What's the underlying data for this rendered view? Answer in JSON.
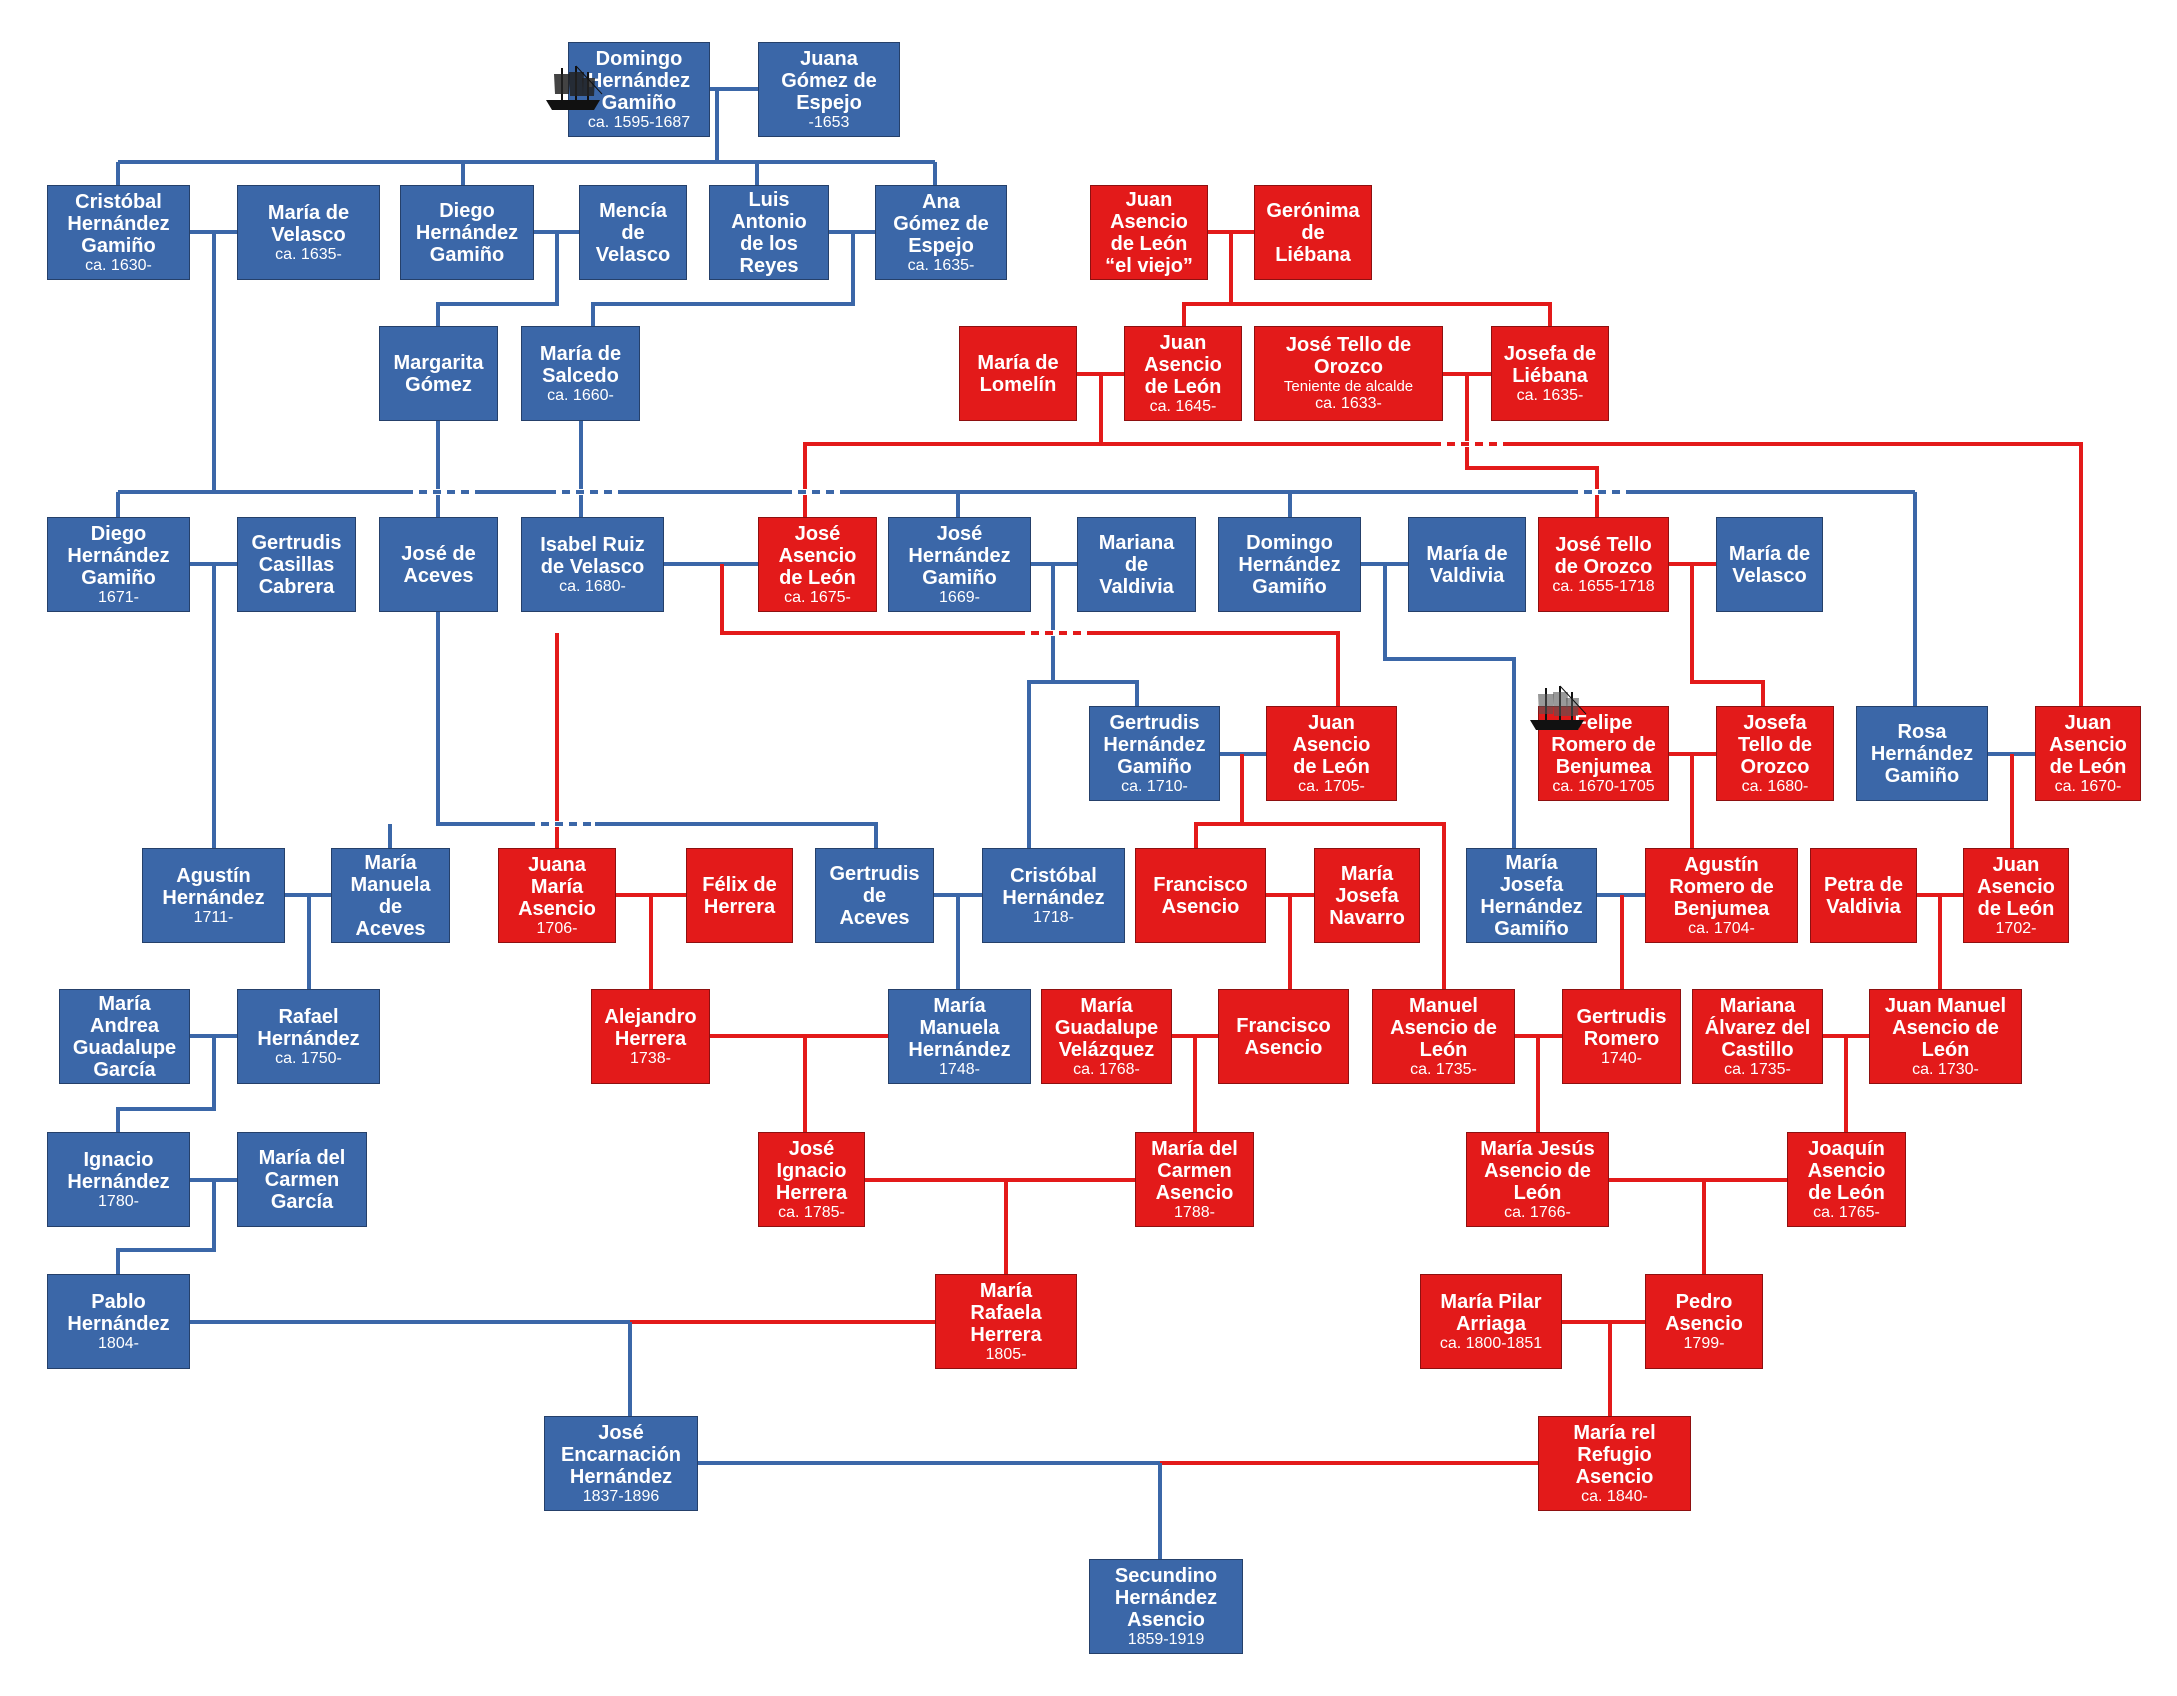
{
  "colors": {
    "paternal": "#3b67a8",
    "maternal": "#e31a1a",
    "blue_line": "#3b67a8",
    "red_line": "#e31a1a"
  },
  "icons": [
    "ship-icon"
  ],
  "people": [
    {
      "id": "p01",
      "lines": [
        "Domingo",
        "Hernández",
        "Gamiño"
      ],
      "dates": "ca. 1595-1687",
      "side": "blue"
    },
    {
      "id": "p02",
      "lines": [
        "Juana",
        "Gómez de",
        "Espejo"
      ],
      "dates": "-1653",
      "side": "blue"
    },
    {
      "id": "p03",
      "lines": [
        "Cristóbal",
        "Hernández",
        "Gamiño"
      ],
      "dates": "ca. 1630-",
      "side": "blue"
    },
    {
      "id": "p04",
      "lines": [
        "María de",
        "Velasco"
      ],
      "dates": "ca. 1635-",
      "side": "blue"
    },
    {
      "id": "p05",
      "lines": [
        "Diego",
        "Hernández",
        "Gamiño"
      ],
      "dates": "",
      "side": "blue"
    },
    {
      "id": "p06",
      "lines": [
        "Mencía",
        "de",
        "Velasco"
      ],
      "dates": "",
      "side": "blue"
    },
    {
      "id": "p07",
      "lines": [
        "Luis",
        "Antonio",
        "de los",
        "Reyes"
      ],
      "dates": "",
      "side": "blue"
    },
    {
      "id": "p08",
      "lines": [
        "Ana",
        "Gómez de",
        "Espejo"
      ],
      "dates": "ca. 1635-",
      "side": "blue"
    },
    {
      "id": "p09",
      "lines": [
        "Juan",
        "Asencio",
        "de León",
        "“el viejo”"
      ],
      "dates": "",
      "side": "red"
    },
    {
      "id": "p10",
      "lines": [
        "Gerónima",
        "de",
        "Liébana"
      ],
      "dates": "",
      "side": "red"
    },
    {
      "id": "p11",
      "lines": [
        "Margarita",
        "Gómez"
      ],
      "dates": "",
      "side": "blue"
    },
    {
      "id": "p12",
      "lines": [
        "María de",
        "Salcedo"
      ],
      "dates": "ca. 1660-",
      "side": "blue"
    },
    {
      "id": "p13",
      "lines": [
        "María de",
        "Lomelín"
      ],
      "dates": "",
      "side": "red"
    },
    {
      "id": "p14",
      "lines": [
        "Juan",
        "Asencio",
        "de León"
      ],
      "dates": "ca. 1645-",
      "side": "red"
    },
    {
      "id": "p15",
      "lines": [
        "José Tello de",
        "Orozco"
      ],
      "note": "Teniente de alcalde",
      "dates": "ca. 1633-",
      "side": "red"
    },
    {
      "id": "p16",
      "lines": [
        "Josefa de",
        "Liébana"
      ],
      "dates": "ca. 1635-",
      "side": "red"
    },
    {
      "id": "p17",
      "lines": [
        "Diego",
        "Hernández",
        "Gamiño"
      ],
      "dates": "1671-",
      "side": "blue"
    },
    {
      "id": "p18",
      "lines": [
        "Gertrudis",
        "Casillas",
        "Cabrera"
      ],
      "dates": "",
      "side": "blue"
    },
    {
      "id": "p19",
      "lines": [
        "José de",
        "Aceves"
      ],
      "dates": "",
      "side": "blue"
    },
    {
      "id": "p20",
      "lines": [
        "Isabel Ruiz",
        "de Velasco"
      ],
      "dates": "ca. 1680-",
      "side": "blue"
    },
    {
      "id": "p21",
      "lines": [
        "José",
        "Asencio",
        "de León"
      ],
      "dates": "ca. 1675-",
      "side": "red"
    },
    {
      "id": "p22",
      "lines": [
        "José",
        "Hernández",
        "Gamiño"
      ],
      "dates": "1669-",
      "side": "blue"
    },
    {
      "id": "p23",
      "lines": [
        "Mariana",
        "de",
        "Valdivia"
      ],
      "dates": "",
      "side": "blue"
    },
    {
      "id": "p24",
      "lines": [
        "Domingo",
        "Hernández",
        "Gamiño"
      ],
      "dates": "",
      "side": "blue"
    },
    {
      "id": "p25",
      "lines": [
        "María de",
        "Valdivia"
      ],
      "dates": "",
      "side": "blue"
    },
    {
      "id": "p26",
      "lines": [
        "José Tello",
        "de Orozco"
      ],
      "dates": "ca. 1655-1718",
      "side": "red"
    },
    {
      "id": "p27",
      "lines": [
        "María de",
        "Velasco"
      ],
      "dates": "",
      "side": "blue"
    },
    {
      "id": "p28",
      "lines": [
        "Gertrudis",
        "Hernández",
        "Gamiño"
      ],
      "dates": "ca. 1710-",
      "side": "blue"
    },
    {
      "id": "p29",
      "lines": [
        "Juan",
        "Asencio",
        "de León"
      ],
      "dates": "ca. 1705-",
      "side": "red"
    },
    {
      "id": "p30",
      "lines": [
        "Felipe",
        "Romero de",
        "Benjumea"
      ],
      "dates": "ca. 1670-1705",
      "side": "red"
    },
    {
      "id": "p31",
      "lines": [
        "Josefa",
        "Tello de",
        "Orozco"
      ],
      "dates": "ca. 1680-",
      "side": "red"
    },
    {
      "id": "p32",
      "lines": [
        "Rosa",
        "Hernández",
        "Gamiño"
      ],
      "dates": "",
      "side": "blue"
    },
    {
      "id": "p33",
      "lines": [
        "Juan",
        "Asencio",
        "de León"
      ],
      "dates": "ca. 1670-",
      "side": "red"
    },
    {
      "id": "p34",
      "lines": [
        "Agustín",
        "Hernández"
      ],
      "dates": "1711-",
      "side": "blue"
    },
    {
      "id": "p35",
      "lines": [
        "María",
        "Manuela",
        "de",
        "Aceves"
      ],
      "dates": "",
      "side": "blue"
    },
    {
      "id": "p36",
      "lines": [
        "Juana",
        "María",
        "Asencio"
      ],
      "dates": "1706-",
      "side": "red"
    },
    {
      "id": "p37",
      "lines": [
        "Félix de",
        "Herrera"
      ],
      "dates": "",
      "side": "red"
    },
    {
      "id": "p38",
      "lines": [
        "Gertrudis",
        "de",
        "Aceves"
      ],
      "dates": "",
      "side": "blue"
    },
    {
      "id": "p39",
      "lines": [
        "Cristóbal",
        "Hernández"
      ],
      "dates": "1718-",
      "side": "blue"
    },
    {
      "id": "p40",
      "lines": [
        "Francisco",
        "Asencio"
      ],
      "dates": "",
      "side": "red"
    },
    {
      "id": "p41",
      "lines": [
        "María",
        "Josefa",
        "Navarro"
      ],
      "dates": "",
      "side": "red"
    },
    {
      "id": "p42",
      "lines": [
        "María",
        "Josefa",
        "Hernández",
        "Gamiño"
      ],
      "dates": "",
      "side": "blue"
    },
    {
      "id": "p43",
      "lines": [
        "Agustín",
        "Romero de",
        "Benjumea"
      ],
      "dates": "ca. 1704-",
      "side": "red"
    },
    {
      "id": "p44",
      "lines": [
        "Petra de",
        "Valdivia"
      ],
      "dates": "",
      "side": "red"
    },
    {
      "id": "p45",
      "lines": [
        "Juan",
        "Asencio",
        "de León"
      ],
      "dates": "1702-",
      "side": "red"
    },
    {
      "id": "p46",
      "lines": [
        "María",
        "Andrea",
        "Guadalupe",
        "García"
      ],
      "dates": "",
      "side": "blue"
    },
    {
      "id": "p47",
      "lines": [
        "Rafael",
        "Hernández"
      ],
      "dates": "ca. 1750-",
      "side": "blue"
    },
    {
      "id": "p48",
      "lines": [
        "Alejandro",
        "Herrera"
      ],
      "dates": "1738-",
      "side": "red"
    },
    {
      "id": "p49",
      "lines": [
        "María",
        "Manuela",
        "Hernández"
      ],
      "dates": "1748-",
      "side": "blue"
    },
    {
      "id": "p50",
      "lines": [
        "María",
        "Guadalupe",
        "Velázquez"
      ],
      "dates": "ca. 1768-",
      "side": "red"
    },
    {
      "id": "p51",
      "lines": [
        "Francisco",
        "Asencio"
      ],
      "dates": "",
      "side": "red"
    },
    {
      "id": "p52",
      "lines": [
        "Manuel",
        "Asencio de",
        "León"
      ],
      "dates": "ca. 1735-",
      "side": "red"
    },
    {
      "id": "p53",
      "lines": [
        "Gertrudis",
        "Romero"
      ],
      "dates": "1740-",
      "side": "red"
    },
    {
      "id": "p54",
      "lines": [
        "Mariana",
        "Álvarez del",
        "Castillo"
      ],
      "dates": "ca. 1735-",
      "side": "red"
    },
    {
      "id": "p55",
      "lines": [
        "Juan Manuel",
        "Asencio de",
        "León"
      ],
      "dates": "ca. 1730-",
      "side": "red"
    },
    {
      "id": "p56",
      "lines": [
        "Ignacio",
        "Hernández"
      ],
      "dates": "1780-",
      "side": "blue"
    },
    {
      "id": "p57",
      "lines": [
        "María del",
        "Carmen",
        "García"
      ],
      "dates": "",
      "side": "blue"
    },
    {
      "id": "p58",
      "lines": [
        "José",
        "Ignacio",
        "Herrera"
      ],
      "dates": "ca. 1785-",
      "side": "red"
    },
    {
      "id": "p59",
      "lines": [
        "María del",
        "Carmen",
        "Asencio"
      ],
      "dates": "1788-",
      "side": "red"
    },
    {
      "id": "p60",
      "lines": [
        "María Jesús",
        "Asencio de",
        "León"
      ],
      "dates": "ca. 1766-",
      "side": "red"
    },
    {
      "id": "p61",
      "lines": [
        "Joaquín",
        "Asencio",
        "de León"
      ],
      "dates": "ca. 1765-",
      "side": "red"
    },
    {
      "id": "p62",
      "lines": [
        "Pablo",
        "Hernández"
      ],
      "dates": "1804-",
      "side": "blue"
    },
    {
      "id": "p63",
      "lines": [
        "María",
        "Rafaela",
        "Herrera"
      ],
      "dates": "1805-",
      "side": "red"
    },
    {
      "id": "p64",
      "lines": [
        "María Pilar",
        "Arriaga"
      ],
      "dates": "ca. 1800-1851",
      "side": "red"
    },
    {
      "id": "p65",
      "lines": [
        "Pedro",
        "Asencio"
      ],
      "dates": "1799-",
      "side": "red"
    },
    {
      "id": "p66",
      "lines": [
        "José",
        "Encarnación",
        "Hernández"
      ],
      "dates": "1837-1896",
      "side": "blue"
    },
    {
      "id": "p67",
      "lines": [
        "María rel",
        "Refugio",
        "Asencio"
      ],
      "dates": "ca. 1840-",
      "side": "red"
    },
    {
      "id": "p68",
      "lines": [
        "Secundino",
        "Hernández",
        "Asencio"
      ],
      "dates": "1859-1919",
      "side": "blue"
    }
  ]
}
